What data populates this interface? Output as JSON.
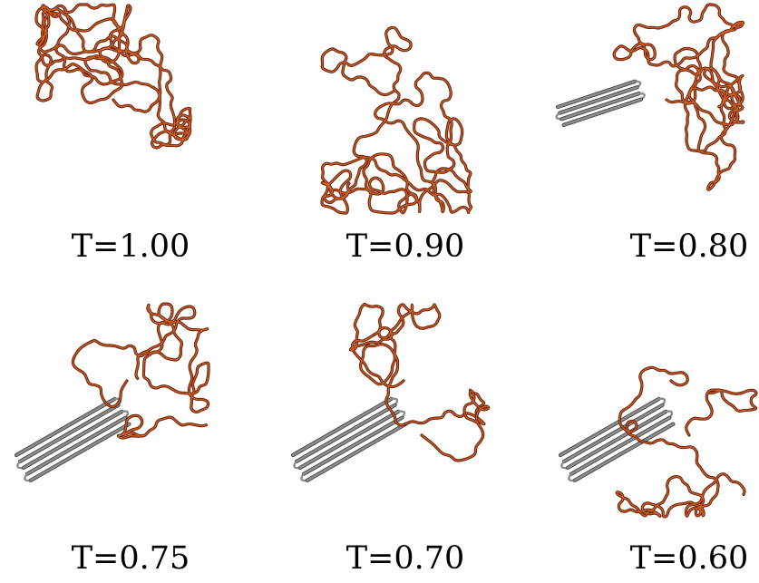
{
  "panels": [
    {
      "label": "T=1.00",
      "sheets": 0,
      "folded": false
    },
    {
      "label": "T=0.90",
      "sheets": 0,
      "folded": false
    },
    {
      "label": "T=0.80",
      "sheets": 4,
      "folded": false
    },
    {
      "label": "T=0.75",
      "sheets": 5,
      "folded": true
    },
    {
      "label": "T=0.70",
      "sheets": 5,
      "folded": true
    },
    {
      "label": "T=0.60",
      "sheets": 5,
      "folded": true
    }
  ],
  "colors": {
    "coil_dark": "#5a1a0a",
    "coil": "#a83a14",
    "coil_highlight": "#e0892e",
    "sheet": "#8c8c8c",
    "sheet_dark": "#3c3c3c"
  }
}
